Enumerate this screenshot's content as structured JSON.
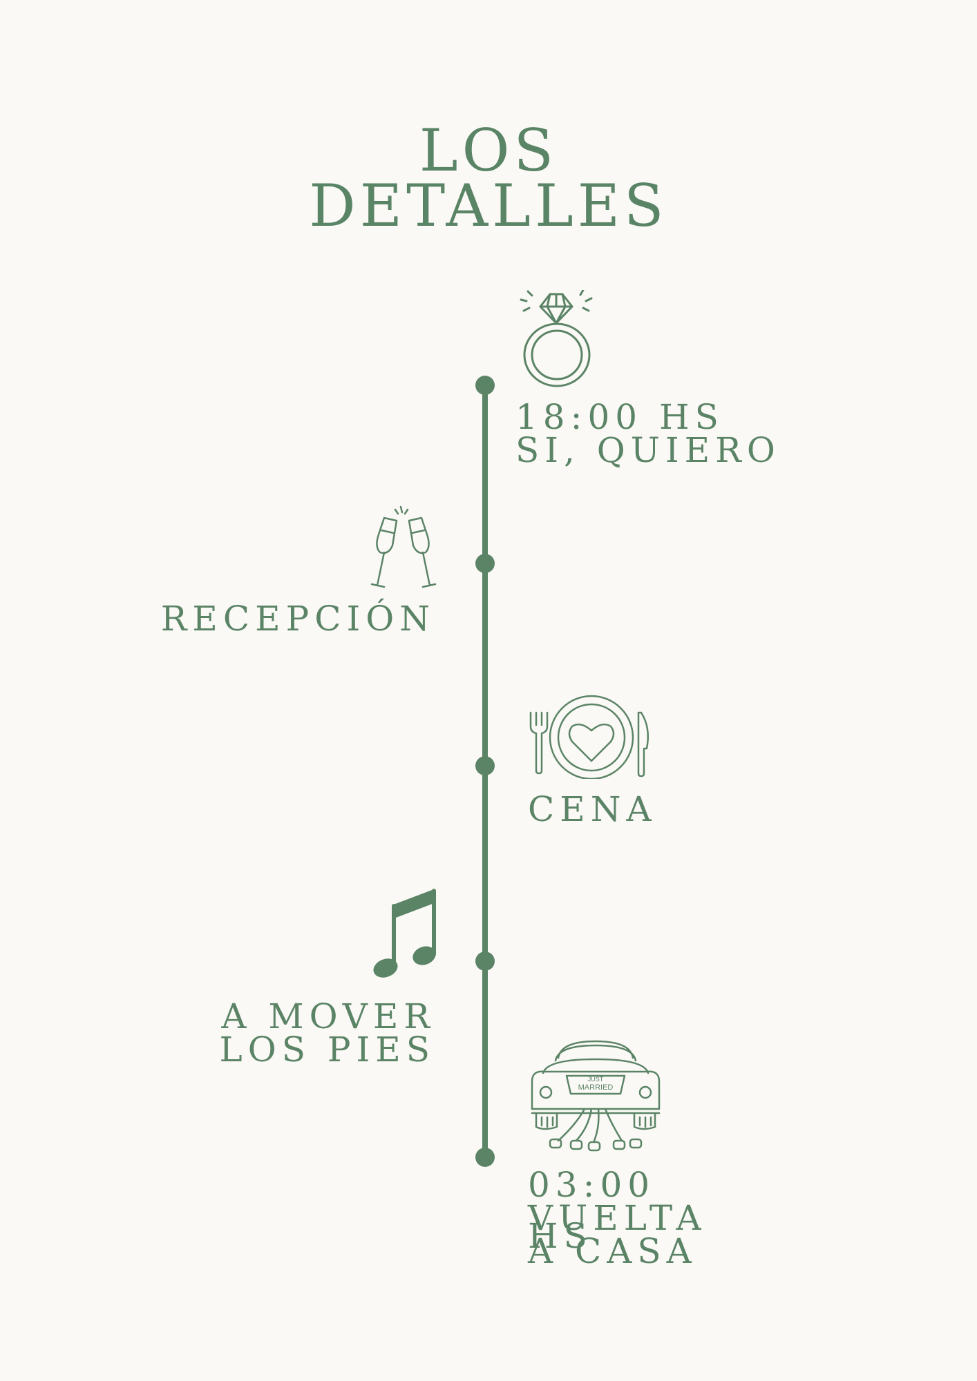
{
  "title": {
    "line1": "LOS",
    "line2": "DETALLES"
  },
  "timeline": {
    "events": [
      {
        "icon": "ring-icon",
        "time": "18:00 HS",
        "label": "SI, QUIERO",
        "side": "right"
      },
      {
        "icon": "champagne-toast-icon",
        "label": "RECEPCIÓN",
        "side": "left"
      },
      {
        "icon": "plate-cutlery-icon",
        "label": "CENA",
        "side": "right"
      },
      {
        "icon": "music-note-icon",
        "label_line1": "A MOVER",
        "label_line2": "LOS PIES",
        "side": "left"
      },
      {
        "icon": "just-married-car-icon",
        "time_line1": "03:00",
        "time_line2": "HS",
        "label_line1": "VUELTA",
        "label_line2": "A CASA",
        "side": "right",
        "car_banner": "JUST MARRIED"
      }
    ]
  },
  "colors": {
    "accent": "#5b8467",
    "background": "#fbf9f5"
  }
}
